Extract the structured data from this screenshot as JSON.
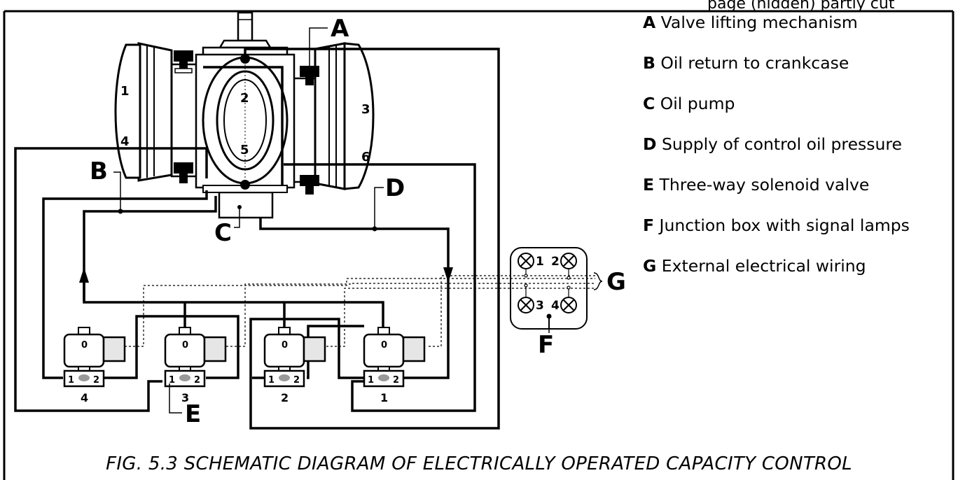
{
  "top_text": "page (hidden) partly cut",
  "compressor": {
    "cylinders": [
      "1",
      "2",
      "3",
      "4",
      "5",
      "6"
    ]
  },
  "callouts": [
    "A",
    "B",
    "C",
    "D",
    "E",
    "F",
    "G"
  ],
  "valves": [
    {
      "number": "4",
      "state": "0",
      "port_in": "1",
      "port_out": "2"
    },
    {
      "number": "3",
      "state": "0",
      "port_in": "1",
      "port_out": "2"
    },
    {
      "number": "2",
      "state": "0",
      "port_in": "1",
      "port_out": "2"
    },
    {
      "number": "1",
      "state": "0",
      "port_in": "1",
      "port_out": "2"
    }
  ],
  "junction_box": {
    "lamps": [
      "1",
      "2",
      "3",
      "4"
    ]
  },
  "legend": [
    {
      "key": "A",
      "text": "Valve lifting mechanism"
    },
    {
      "key": "B",
      "text": "Oil return to crankcase"
    },
    {
      "key": "C",
      "text": "Oil pump"
    },
    {
      "key": "D",
      "text": "Supply of control oil pressure"
    },
    {
      "key": "E",
      "text": "Three-way solenoid valve"
    },
    {
      "key": "F",
      "text": "Junction box with signal lamps"
    },
    {
      "key": "G",
      "text": "External electrical wiring"
    }
  ],
  "caption": "FIG. 5.3 SCHEMATIC DIAGRAM OF ELECTRICALLY OPERATED CAPACITY CONTROL"
}
